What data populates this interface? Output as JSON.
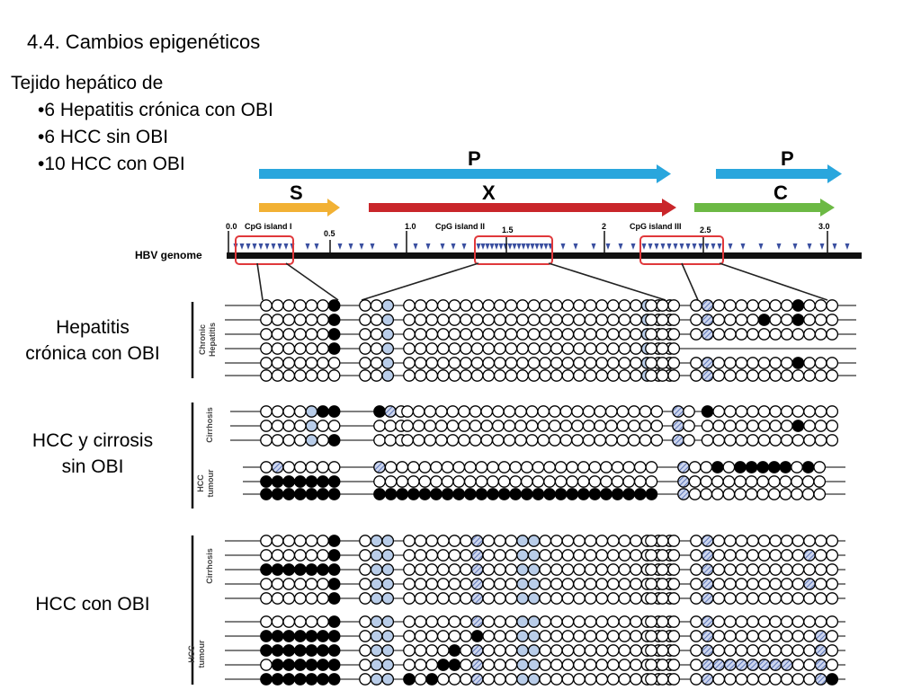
{
  "title": "4.4. Cambios epigenéticos",
  "intro": {
    "heading": "Tejido hepático de",
    "items": [
      "•6   Hepatitis crónica con OBI",
      "•6   HCC sin OBI",
      "•10 HCC con OBI"
    ]
  },
  "side_labels": {
    "chronic": [
      "Hepatitis",
      "crónica con OBI"
    ],
    "hcc_no_obi": [
      "HCC y cirrosis",
      "sin OBI"
    ],
    "hcc_obi": "HCC con OBI"
  },
  "genome": {
    "label": "HBV genome",
    "genes": {
      "P1": "P",
      "S": "S",
      "X": "X",
      "P2": "P",
      "C": "C"
    },
    "ticks": [
      "0.0",
      "0.5",
      "1.0",
      "1.5",
      "2",
      "2.5",
      "3.0"
    ],
    "islands": [
      "CpG island I",
      "CpG island II",
      "CpG island III"
    ]
  },
  "group_labels": {
    "chronic": [
      "Chronic",
      "Hepatitis"
    ],
    "cirrhosis": "Cirrhosis",
    "hcc_tumour": [
      "HCC",
      "tumour"
    ]
  },
  "colors": {
    "P": "#29a6dd",
    "S": "#f2b134",
    "X": "#c9262a",
    "C": "#6cb944",
    "island_box": "#e0383b",
    "hatch": "#6f88c4"
  }
}
